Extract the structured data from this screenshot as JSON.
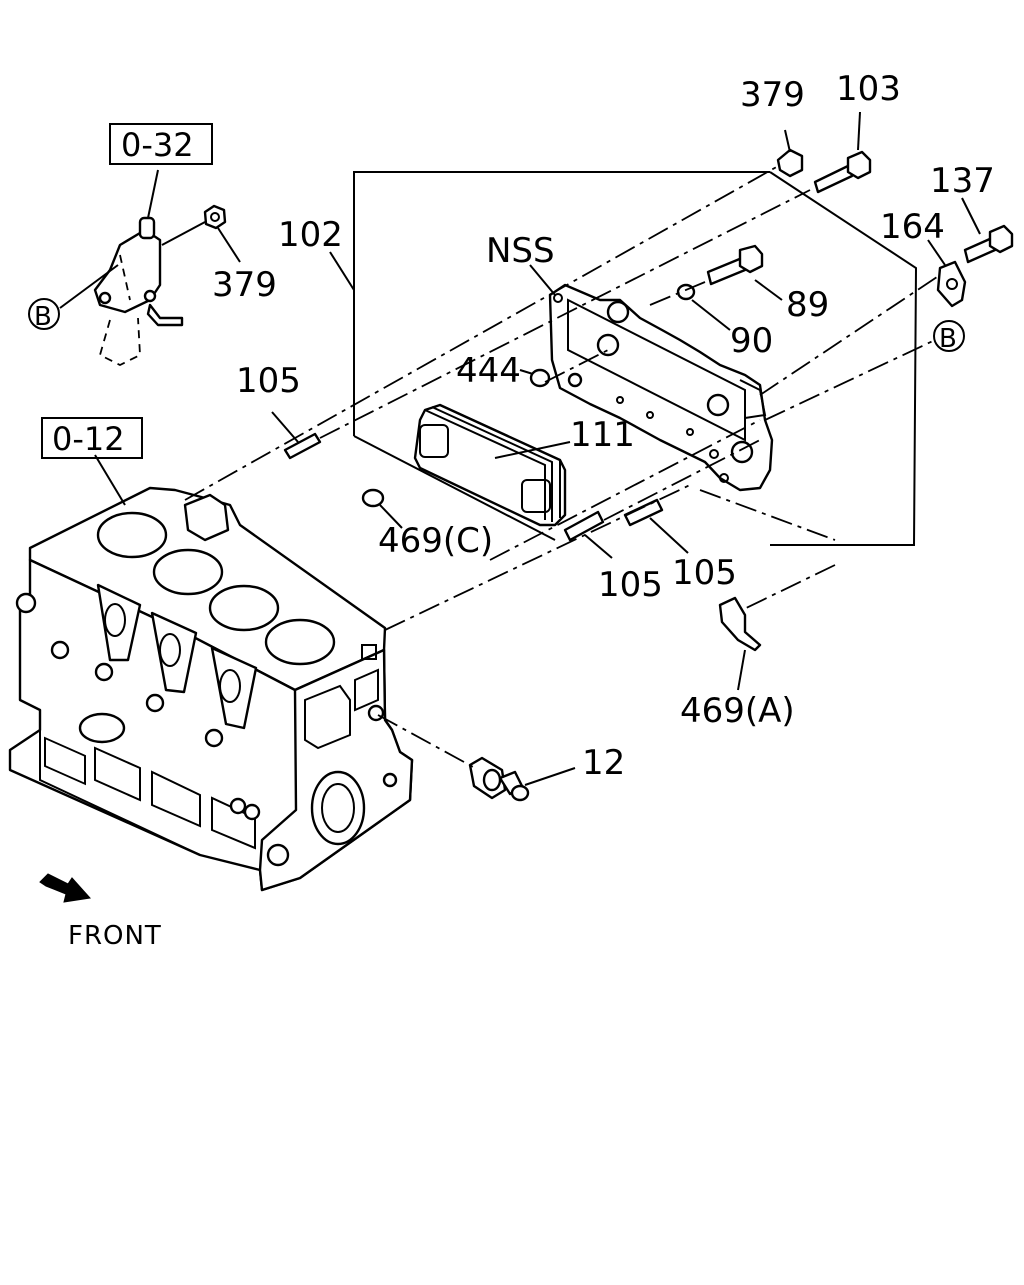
{
  "diagram": {
    "callouts": {
      "thermostat_ref": "0-32",
      "block_ref": "0-12",
      "nut_left": "379",
      "nut_top": "379",
      "bolt_top": "103",
      "bolt_right": "137",
      "gasket_164": "164",
      "assembly": "102",
      "nss": "NSS",
      "bolt_89": "89",
      "washer_90": "90",
      "oring_444": "444",
      "stud_left": "105",
      "element": "111",
      "oring_469c": "469(C)",
      "stud_mid": "105",
      "stud_right": "105",
      "gasket_469a": "469(A)",
      "switch_12": "12"
    },
    "connector_b_left": "B",
    "connector_b_right": "B",
    "front_label": "FRONT"
  }
}
